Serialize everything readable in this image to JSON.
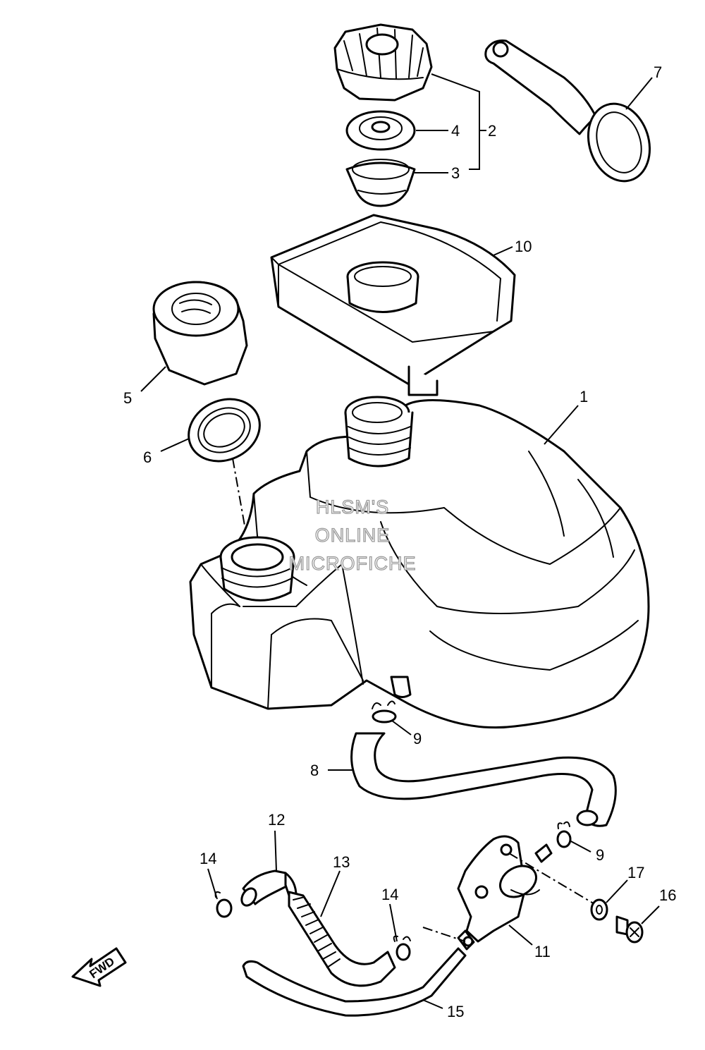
{
  "diagram": {
    "callouts": {
      "c1": "1",
      "c2": "2",
      "c3": "3",
      "c4": "4",
      "c5": "5",
      "c6": "6",
      "c7": "7",
      "c8": "8",
      "c9a": "9",
      "c9b": "9",
      "c10": "10",
      "c11": "11",
      "c12": "12",
      "c13": "13",
      "c14a": "14",
      "c14b": "14",
      "c15": "15",
      "c16": "16",
      "c17": "17"
    },
    "watermark": {
      "line1": "HLSM'S",
      "line2": "ONLINE",
      "line3": "MICROFICHE"
    },
    "direction_label": "FWD"
  }
}
